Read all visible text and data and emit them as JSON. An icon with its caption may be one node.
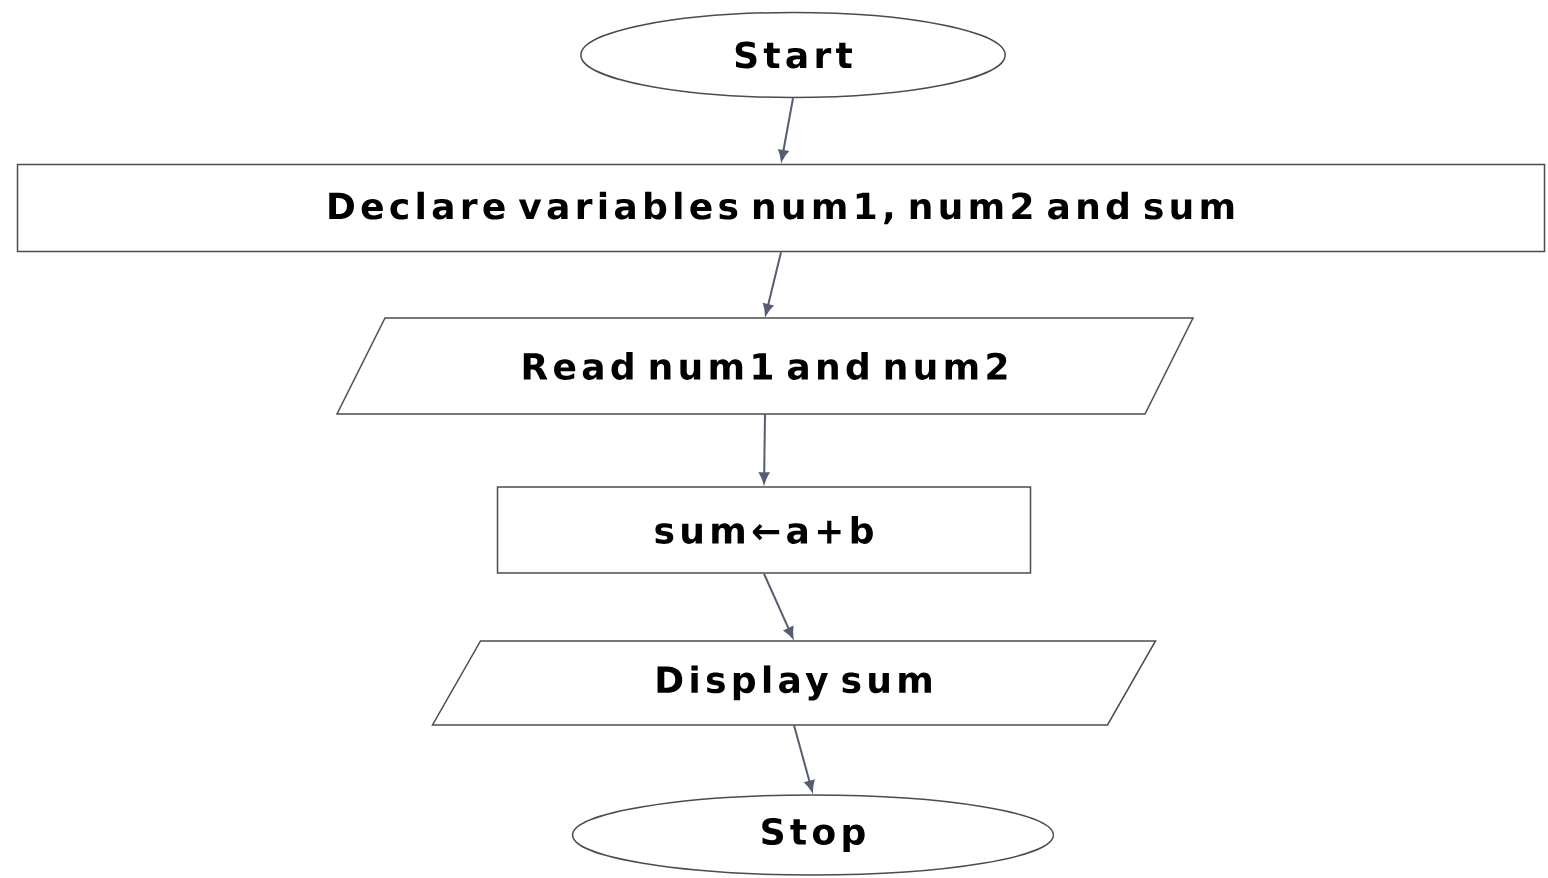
{
  "diagram": {
    "nodes": [
      {
        "text": [
          "Start"
        ]
      },
      {
        "text": [
          "Declare variables num1, num2 and sum"
        ]
      },
      {
        "text": [
          "Read num1 and num2"
        ]
      },
      {
        "text": [
          "sum←a+b"
        ]
      },
      {
        "text": [
          "Display sum"
        ]
      },
      {
        "text": [
          "Stop"
        ]
      }
    ],
    "edges": [
      {
        "from": 0,
        "to": 1,
        "arrow": "to"
      },
      {
        "from": 1,
        "to": 2,
        "arrow": "to"
      },
      {
        "from": 2,
        "to": 3,
        "arrow": "to"
      },
      {
        "from": 3,
        "to": 4,
        "arrow": "to"
      },
      {
        "from": 4,
        "to": 5,
        "arrow": "to"
      }
    ]
  }
}
